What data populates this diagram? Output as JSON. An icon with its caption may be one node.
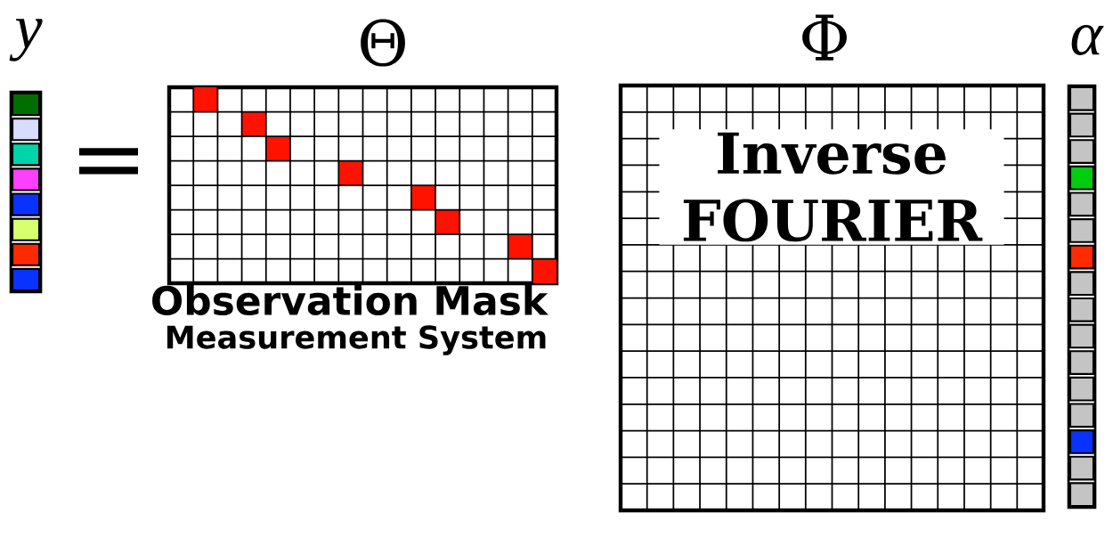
{
  "diagram": {
    "nodes": [
      {
        "text": [
          "y"
        ]
      },
      {
        "text": [
          "Θ",
          "Observation Mask",
          "Measurement System"
        ]
      },
      {
        "text": [
          "Φ",
          "Inverse FOURIER"
        ]
      },
      {
        "text": [
          "α"
        ]
      }
    ],
    "labels": [
      "="
    ]
  }
}
